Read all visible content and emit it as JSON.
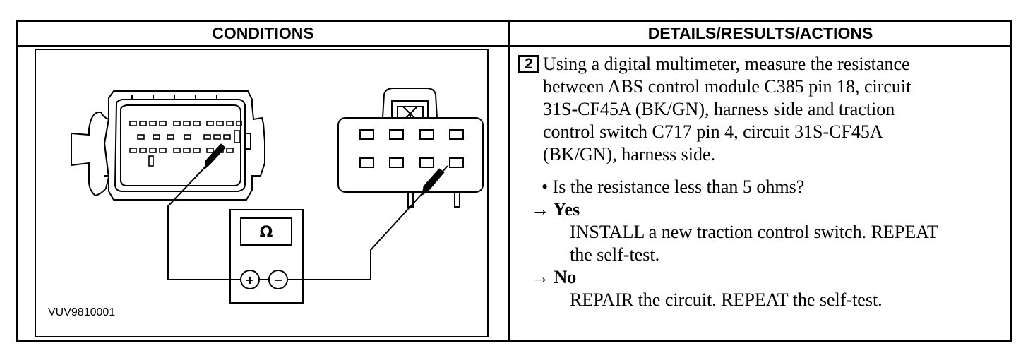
{
  "headers": {
    "conditions": "CONDITIONS",
    "details": "DETAILS/RESULTS/ACTIONS"
  },
  "figure": {
    "id": "VUV9810001",
    "meter_symbol": "Ω",
    "meter_plus": "+",
    "meter_minus": "−"
  },
  "step": {
    "number": "2",
    "instruction_lines": [
      "Using a digital multimeter, measure the resistance",
      "between ABS control module C385 pin 18, circuit",
      "31S-CF45A (BK/GN), harness side and traction",
      "control switch C717 pin 4, circuit 31S-CF45A",
      "(BK/GN), harness side."
    ],
    "question": "• Is the resistance less than 5 ohms?",
    "yes_label": "→ Yes",
    "yes_action_lines": [
      "INSTALL a new traction control switch. REPEAT",
      "the self-test."
    ],
    "no_label": "→ No",
    "no_action": "REPAIR the circuit. REPEAT the self-test."
  }
}
